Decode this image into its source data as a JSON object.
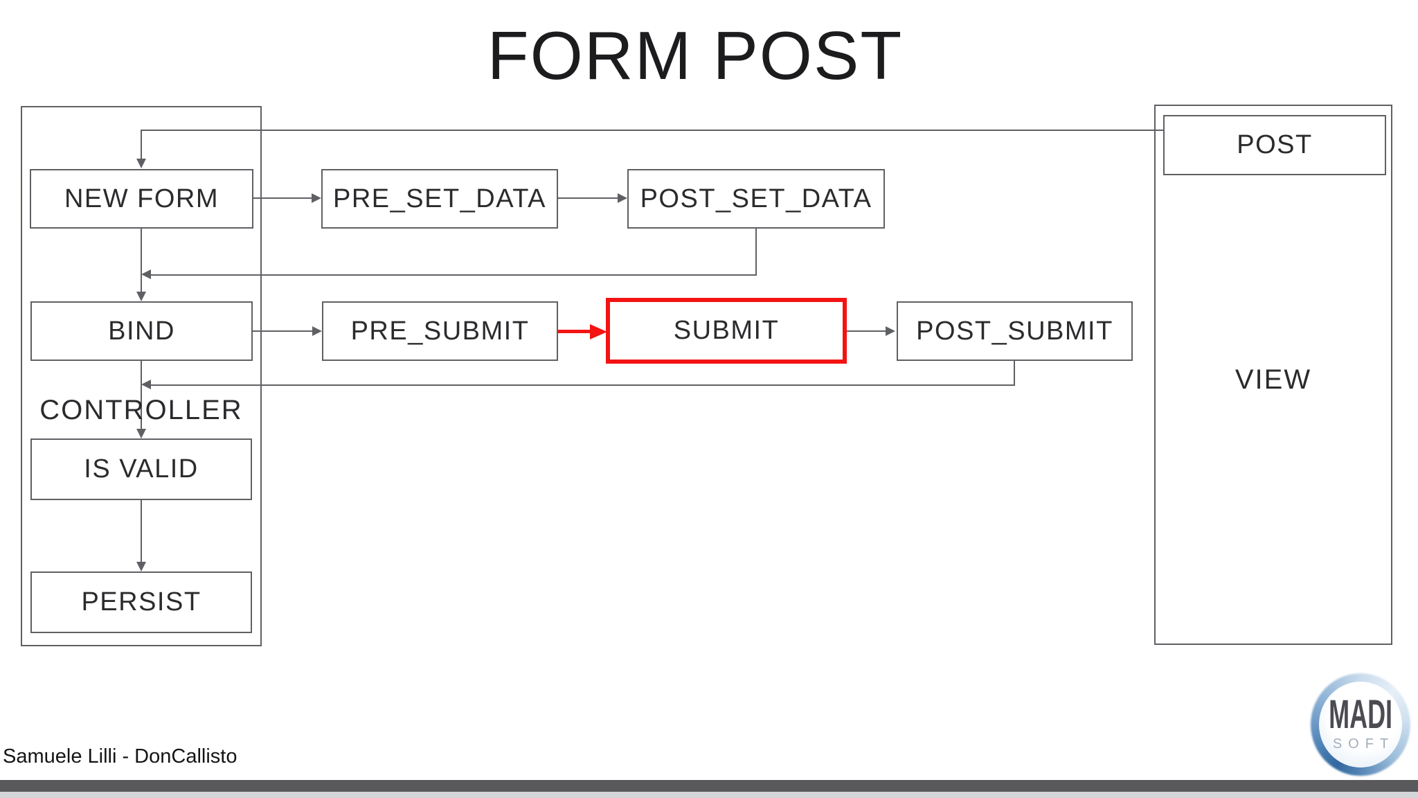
{
  "title": "FORM POST",
  "containers": {
    "controller": {
      "label": "CONTROLLER"
    },
    "view": {
      "label": "VIEW"
    }
  },
  "nodes": {
    "new_form": "NEW FORM",
    "pre_set_data": "PRE_SET_DATA",
    "post_set_data": "POST_SET_DATA",
    "bind": "BIND",
    "pre_submit": "PRE_SUBMIT",
    "submit": "SUBMIT",
    "post_submit": "POST_SUBMIT",
    "is_valid": "IS VALID",
    "persist": "PERSIST",
    "post": "POST"
  },
  "flow": [
    {
      "from": "POST",
      "to": "NEW FORM",
      "highlighted": false
    },
    {
      "from": "NEW FORM",
      "to": "PRE_SET_DATA",
      "highlighted": false
    },
    {
      "from": "PRE_SET_DATA",
      "to": "POST_SET_DATA",
      "highlighted": false
    },
    {
      "from": "POST_SET_DATA",
      "to": "BIND",
      "highlighted": false
    },
    {
      "from": "NEW FORM",
      "to": "BIND",
      "highlighted": false
    },
    {
      "from": "BIND",
      "to": "PRE_SUBMIT",
      "highlighted": false
    },
    {
      "from": "PRE_SUBMIT",
      "to": "SUBMIT",
      "highlighted": true
    },
    {
      "from": "SUBMIT",
      "to": "POST_SUBMIT",
      "highlighted": false
    },
    {
      "from": "POST_SUBMIT",
      "to": "IS VALID",
      "highlighted": false
    },
    {
      "from": "BIND",
      "to": "IS VALID",
      "highlighted": false
    },
    {
      "from": "IS VALID",
      "to": "PERSIST",
      "highlighted": false
    }
  ],
  "footer": {
    "credit": "Samuele Lilli - DonCallisto"
  },
  "logo": {
    "line1": "MADI",
    "line2": "SOFT"
  },
  "colors": {
    "line_gray": "#5f6064",
    "accent_red": "#f31313",
    "text": "#2b2b2e",
    "footer_bar": "#59585b",
    "footer_strip": "#d4d5d8",
    "logo_blue": "#31689f"
  }
}
